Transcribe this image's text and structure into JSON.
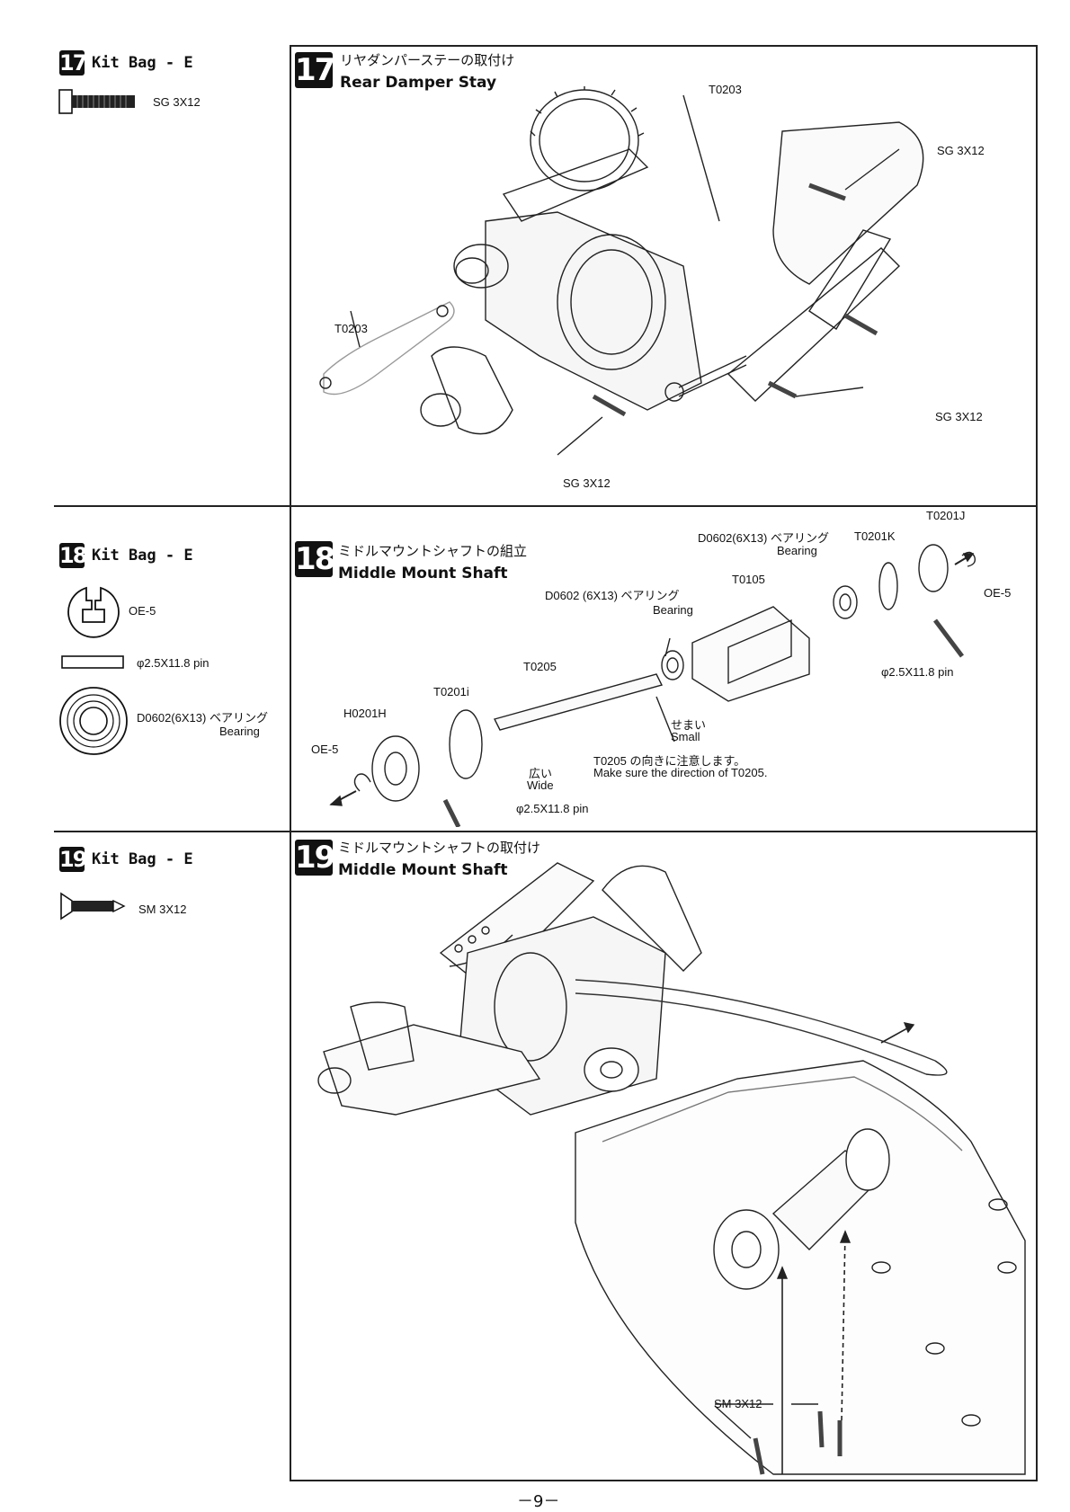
{
  "sections": [
    {
      "number": "17",
      "kit_label": "Kit Bag - E",
      "kit_items": [
        {
          "label": "SG 3X12"
        }
      ],
      "title_jp": "リヤダンパーステーの取付け",
      "title_en": "Rear Damper Stay",
      "callouts": [
        "T0203",
        "SG 3X12",
        "T0203",
        "SG 3X12",
        "SG 3X12"
      ]
    },
    {
      "number": "18",
      "kit_label": "Kit Bag - E",
      "kit_items": [
        {
          "label": "OE-5"
        },
        {
          "label": "φ2.5X11.8 pin"
        },
        {
          "label": "D0602(6X13) ベアリング",
          "label2": "Bearing"
        }
      ],
      "title_jp": "ミドルマウントシャフトの組立",
      "title_en": "Middle Mount Shaft",
      "callouts": {
        "d0602_top": "D0602(6X13) ベアリング",
        "bearing_top": "Bearing",
        "t0201j": "T0201J",
        "t0201k": "T0201K",
        "t0105": "T0105",
        "oe5_right": "OE-5",
        "d0602_mid": "D0602 (6X13) ベアリング",
        "bearing_mid": "Bearing",
        "pin_right": "φ2.5X11.8 pin",
        "t0205": "T0205",
        "t0201i": "T0201i",
        "h0201h": "H0201H",
        "oe5_left": "OE-5",
        "semai": "せまい",
        "small": "Small",
        "hiroi": "広い",
        "wide": "Wide",
        "note_jp": "T0205 の向きに注意します。",
        "note_en": "Make sure  the direction of T0205.",
        "pin_bottom": "φ2.5X11.8 pin"
      }
    },
    {
      "number": "19",
      "kit_label": "Kit Bag - E",
      "kit_items": [
        {
          "label": "SM 3X12"
        }
      ],
      "title_jp": "ミドルマウントシャフトの取付け",
      "title_en": "Middle Mount Shaft",
      "callouts": [
        "SM 3X12"
      ]
    }
  ],
  "page_number": "－9－"
}
